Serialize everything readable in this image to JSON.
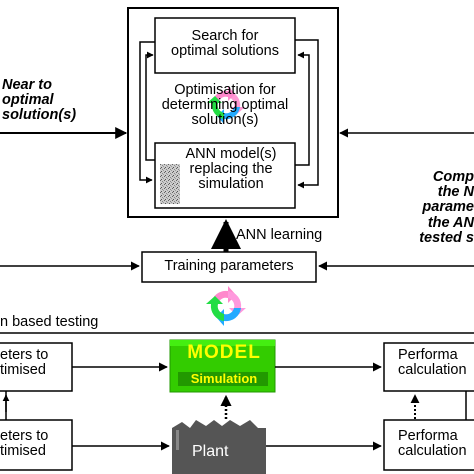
{
  "top_box": {
    "search": [
      "Search for",
      "optimal solutions"
    ],
    "optimisation": [
      "Optimisation for",
      "determining optimal",
      "solution(s)"
    ],
    "ann_model": [
      "ANN model(s)",
      "replacing the",
      "simulation"
    ]
  },
  "left_label": [
    "Near to",
    "optimal",
    "solution(s)"
  ],
  "right_label": [
    "Comp",
    "the N",
    "parame",
    "the AN",
    "tested s"
  ],
  "ann_learning": "ANN learning",
  "training_parameters": "Training parameters",
  "based_testing": "n based testing",
  "row1": {
    "left": [
      "eters to",
      "timised"
    ],
    "model": "MODEL",
    "simulation": "Simulation",
    "right": [
      "Performa",
      "calculation"
    ]
  },
  "row2": {
    "left": [
      "eters to",
      "timised"
    ],
    "plant": "Plant",
    "right": [
      "Performa",
      "calculation"
    ]
  },
  "colors": {
    "model_green": "#33cc00",
    "model_yellow": "#ffff00",
    "cycle_pink": "#ff88cc",
    "cycle_blue": "#22aaff",
    "cycle_green": "#22dd44",
    "plant_gray": "#555555"
  }
}
